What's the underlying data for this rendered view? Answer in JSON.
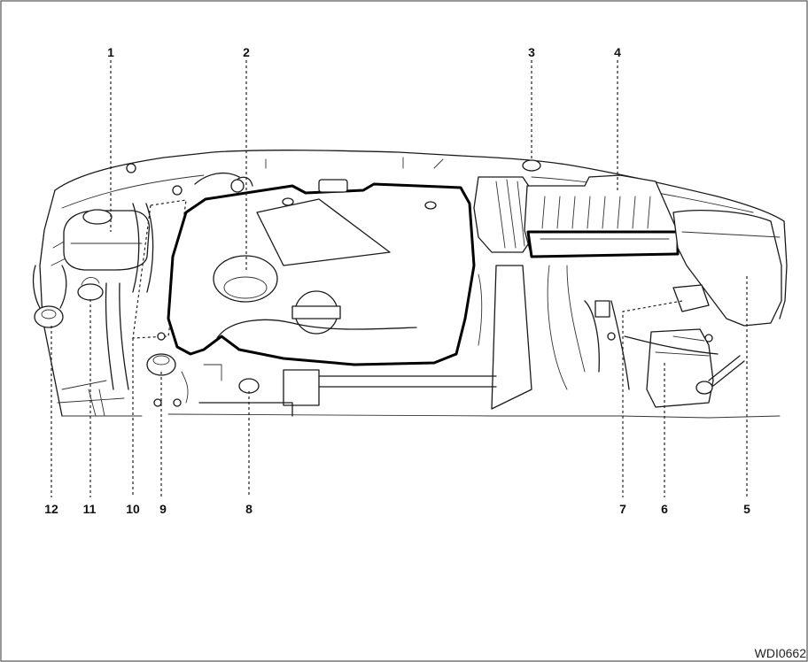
{
  "diagram": {
    "callouts": [
      {
        "id": "1",
        "label": "1"
      },
      {
        "id": "2",
        "label": "2"
      },
      {
        "id": "3",
        "label": "3"
      },
      {
        "id": "4",
        "label": "4"
      },
      {
        "id": "5",
        "label": "5"
      },
      {
        "id": "6",
        "label": "6"
      },
      {
        "id": "7",
        "label": "7"
      },
      {
        "id": "8",
        "label": "8"
      },
      {
        "id": "9",
        "label": "9"
      },
      {
        "id": "10",
        "label": "10"
      },
      {
        "id": "11",
        "label": "11"
      },
      {
        "id": "12",
        "label": "12"
      }
    ],
    "figure_code": "WDI0662"
  }
}
